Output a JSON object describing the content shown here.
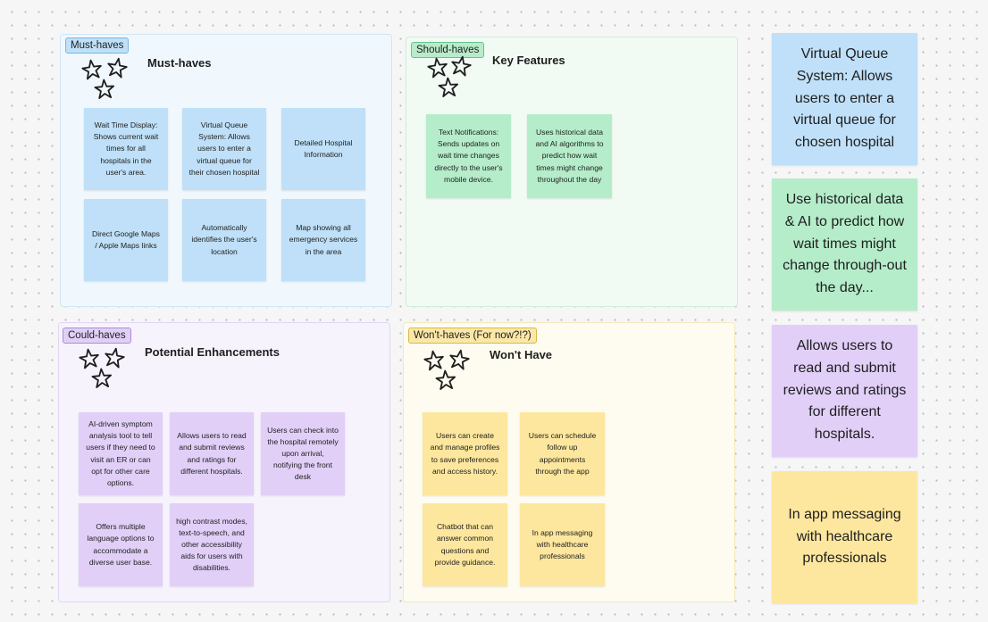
{
  "sections": {
    "must": {
      "tag": "Must-haves",
      "title": "Must-haves",
      "notes": [
        "Wait Time Display: Shows current wait times for all hospitals in the user's area.",
        "Virtual Queue System: Allows users to enter a virtual queue for their chosen hospital",
        "Detailed Hospital Information",
        "Direct Google Maps / Apple Maps links",
        "Automatically identifies the user's location",
        "Map showing all emergency services in the area"
      ]
    },
    "should": {
      "tag": "Should-haves",
      "title": "Key Features",
      "notes": [
        "Text Notifications: Sends updates on wait time changes directly to the user's mobile device.",
        "Uses historical data and AI algorithms to predict how wait times might change throughout the day"
      ]
    },
    "could": {
      "tag": "Could-haves",
      "title": "Potential Enhancements",
      "notes": [
        "AI-driven symptom analysis tool to tell users if they need to visit an ER or can opt for other care options.",
        "Allows users to read and submit reviews and ratings for different hospitals.",
        "Users can check into the hospital remotely upon arrival, notifying the front desk",
        "Offers multiple language options to accommodate a diverse user base.",
        "high contrast modes, text-to-speech, and other accessibility aids for users with disabilities."
      ]
    },
    "wont": {
      "tag": "Won't-haves (For now?!?)",
      "title": "Won't Have",
      "notes": [
        "Users can create and manage profiles to save preferences and access history.",
        "Users can schedule follow up appointments through the app",
        "Chatbot that can answer common questions and provide guidance.",
        "In app messaging with healthcare professionals"
      ]
    }
  },
  "side_notes": [
    "Virtual Queue System: Allows users to enter a virtual queue for chosen hospital",
    "Use historical data & AI to predict how wait times might change through-out the day...",
    "Allows users to read and submit reviews and ratings for different hospitals.",
    "In app messaging with healthcare professionals"
  ],
  "colors": {
    "blue": "#bfe0f8",
    "green": "#b5edca",
    "purple": "#e1cff8",
    "yellow": "#fde79e"
  }
}
